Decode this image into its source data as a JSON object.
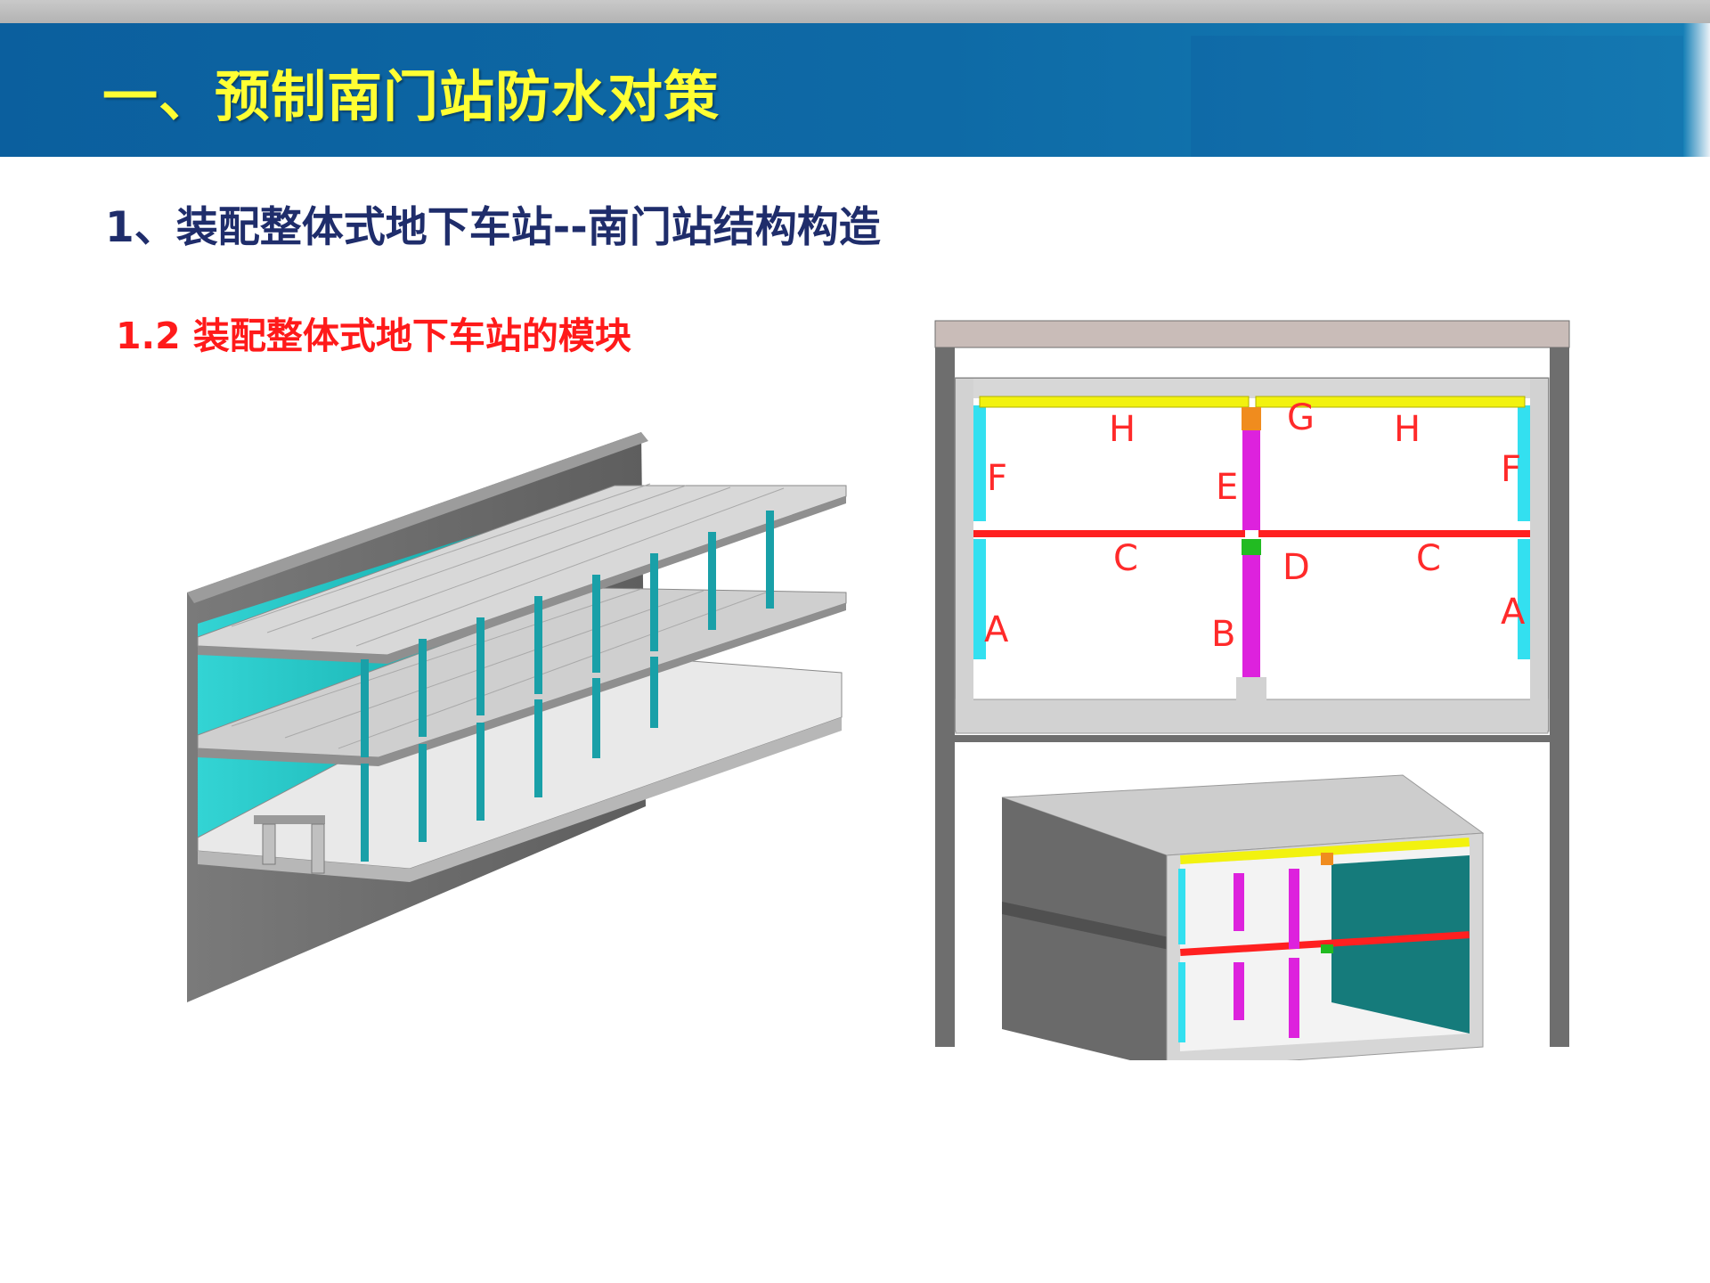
{
  "banner": {
    "title": "一、预制南门站防水对策"
  },
  "section": {
    "heading": "1、装配整体式地下车站--南门站结构构造",
    "subheading": "1.2 装配整体式地下车站的模块"
  },
  "diagram": {
    "part_labels": [
      "H",
      "G",
      "H",
      "F",
      "E",
      "F",
      "C",
      "D",
      "C",
      "A",
      "B",
      "A"
    ],
    "colors": {
      "roof_beam": "#f2f20f",
      "slab_beam": "#ff2020",
      "column": "#dd22dd",
      "joint_top": "#f08c1e",
      "joint_mid": "#22bb22",
      "side_wall": "#33e0f0",
      "concrete": "#d2d2d2",
      "banner": "#0b5f9e",
      "title": "#ffff33",
      "heading": "#1f2d6b",
      "subheading": "#ff1a1a"
    }
  }
}
